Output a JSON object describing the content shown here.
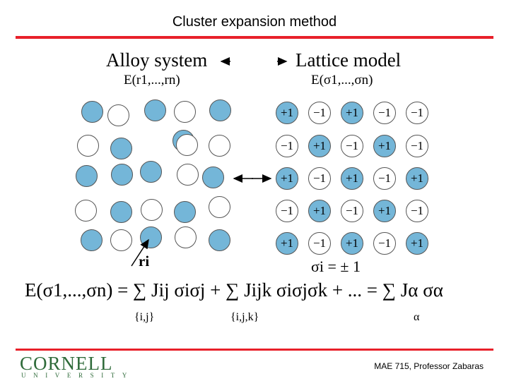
{
  "slide": {
    "title": "Cluster expansion method",
    "alloy_header": "Alloy system",
    "alloy_energy": "E(r1,...,rn)",
    "lattice_header": "Lattice model",
    "lattice_energy": "E(σ1,...,σn)",
    "site_label": "ri",
    "spin_constraint": "σi = ± 1",
    "formula": "E(σ1,...,σn) = ∑ Jij σiσj + ∑ Jijk σiσjσk + ...  = ∑ Jα σα",
    "sum_label_pairs": "{i,j}",
    "sum_label_triples": "{i,j,k}",
    "sum_label_clusters": "α",
    "spin_grid": [
      [
        "+1",
        "−1",
        "+1",
        "−1",
        "−1"
      ],
      [
        "−1",
        "+1",
        "−1",
        "+1",
        "−1"
      ],
      [
        "+1",
        "−1",
        "+1",
        "−1",
        "+1"
      ],
      [
        "−1",
        "+1",
        "−1",
        "+1",
        "−1"
      ],
      [
        "+1",
        "−1",
        "+1",
        "−1",
        "+1"
      ]
    ],
    "alloy_grid": [
      [
        "filled",
        "empty",
        "filled",
        "empty",
        "filled"
      ],
      [
        "empty",
        "filled",
        "filled",
        "empty",
        "empty"
      ],
      [
        "filled",
        "filled",
        "filled",
        "empty",
        "filled"
      ],
      [
        "empty",
        "filled",
        "empty",
        "filled",
        "empty"
      ],
      [
        "filled",
        "empty",
        "filled",
        "empty",
        "filled"
      ]
    ]
  },
  "branding": {
    "logo": "CORNELL",
    "logo_sub": "UNIVERSITY",
    "footer": "MAE 715, Professor Zabaras"
  },
  "colors": {
    "accent_rule": "#e8202a",
    "atom_fill": "#74b6d8",
    "logo": "#2f6b3a"
  }
}
